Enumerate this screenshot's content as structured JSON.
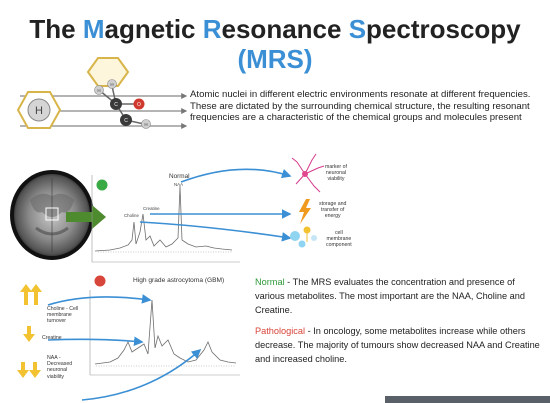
{
  "title": {
    "parts": [
      {
        "text": "The ",
        "accent": false
      },
      {
        "text": "M",
        "accent": true
      },
      {
        "text": "agnetic ",
        "accent": false
      },
      {
        "text": "R",
        "accent": true
      },
      {
        "text": "esonance ",
        "accent": false
      },
      {
        "text": "S",
        "accent": true
      },
      {
        "text": "pectroscopy",
        "accent": false
      }
    ],
    "subtitle": "(MRS)"
  },
  "intro": "Atomic nuclei in different electric environments resonate at different frequencies. These are dictated by the surrounding chemical structure, the resulting resonant frequencies are a characteristic of the chemical groups and molecules present",
  "molecule": {
    "big_atom": "H",
    "atoms": [
      "H",
      "H",
      "C",
      "C",
      "O",
      "H"
    ]
  },
  "normal_spectrum": {
    "label": "Normal",
    "peaks": [
      "NAA",
      "Creatine",
      "Choline"
    ]
  },
  "functions": [
    {
      "label": "marker of\nneuronal\nviability",
      "icon": "neuron-icon"
    },
    {
      "label": "storage and\ntransfer of\nenergy",
      "icon": "lightning-icon"
    },
    {
      "label": "cell\nmembrane\ncomponent",
      "icon": "membrane-icon"
    }
  ],
  "tumor_spectrum": {
    "label": "High grade astrocytoma (GBM)"
  },
  "changes": [
    {
      "label": "Choline - Cell\nmembrane\nturnover",
      "direction": "up"
    },
    {
      "label": "Creatine",
      "direction": "down"
    },
    {
      "label": "NAA -\nDecreased\nneuronal\nviability",
      "direction": "down"
    }
  ],
  "notes": {
    "normal_label": "Normal",
    "normal_text": " - The MRS evaluates the concentration and presence of various metabolites. The most important are the NAA, Choline and Creatine.",
    "patho_label": "Pathological",
    "patho_text": " - In oncology, some metabolites increase while others decrease. The majority of  tumours show decreased NAA and Creatine and increased choline."
  },
  "colors": {
    "accent": "#3b8fd4",
    "green_dot": "#3aaa45",
    "red_dot": "#d8453a",
    "arrow_blue": "#3b8fd4",
    "arrow_green": "#4e8a2e",
    "arrow_yellow": "#f2c230",
    "normal_label": "#2e9a3a",
    "patho_label": "#d8443a"
  }
}
